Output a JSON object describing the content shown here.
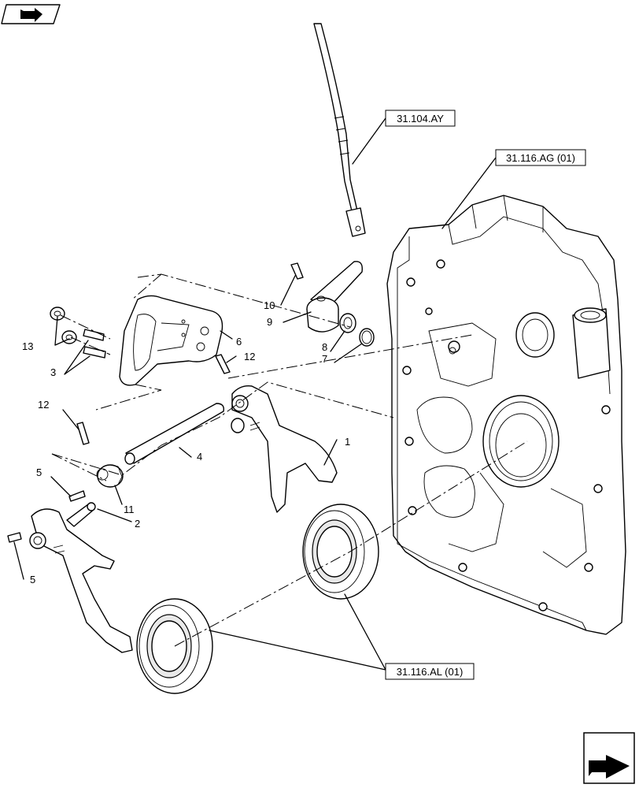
{
  "refs": {
    "r1": "31.104.AY",
    "r2": "31.116.AG (01)",
    "r3": "31.116.AL (01)"
  },
  "callouts": {
    "c1": "1",
    "c2": "2",
    "c3": "3",
    "c4": "4",
    "c5a": "5",
    "c5b": "5",
    "c6": "6",
    "c7": "7",
    "c8": "8",
    "c9": "9",
    "c10": "10",
    "c11": "11",
    "c12a": "12",
    "c12b": "12",
    "c13": "13"
  },
  "icons": {
    "top_left": "book-arrow-icon",
    "bottom_right": "next-page-arrow-icon"
  }
}
